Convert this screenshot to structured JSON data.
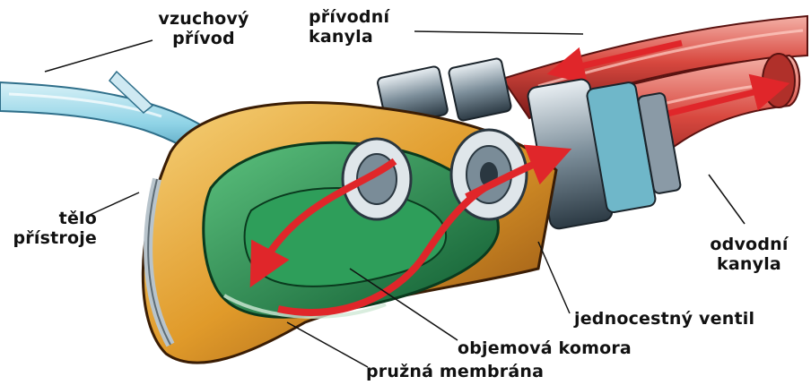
{
  "labels": {
    "vzuchovy_privod": [
      "vzuchový",
      "přívod"
    ],
    "privodni_kanyla": [
      "přívodní",
      "kanyla"
    ],
    "telo_pristroje": [
      "tělo",
      "přístroje"
    ],
    "odvodni_kanyla": [
      "odvodní",
      "kanyla"
    ],
    "jednocestny_ventil": "jednocestný ventil",
    "objemova_komora": "objemová komora",
    "pruzna_membrana": "pružná membrána"
  },
  "colors": {
    "flow_arrow": "#e0262a",
    "chamber": "#1f8a4c",
    "housing": "#e09a2a",
    "air_tube": "#8fd3e6",
    "cannula": "#d8483f",
    "valve": "#4a5a66"
  }
}
